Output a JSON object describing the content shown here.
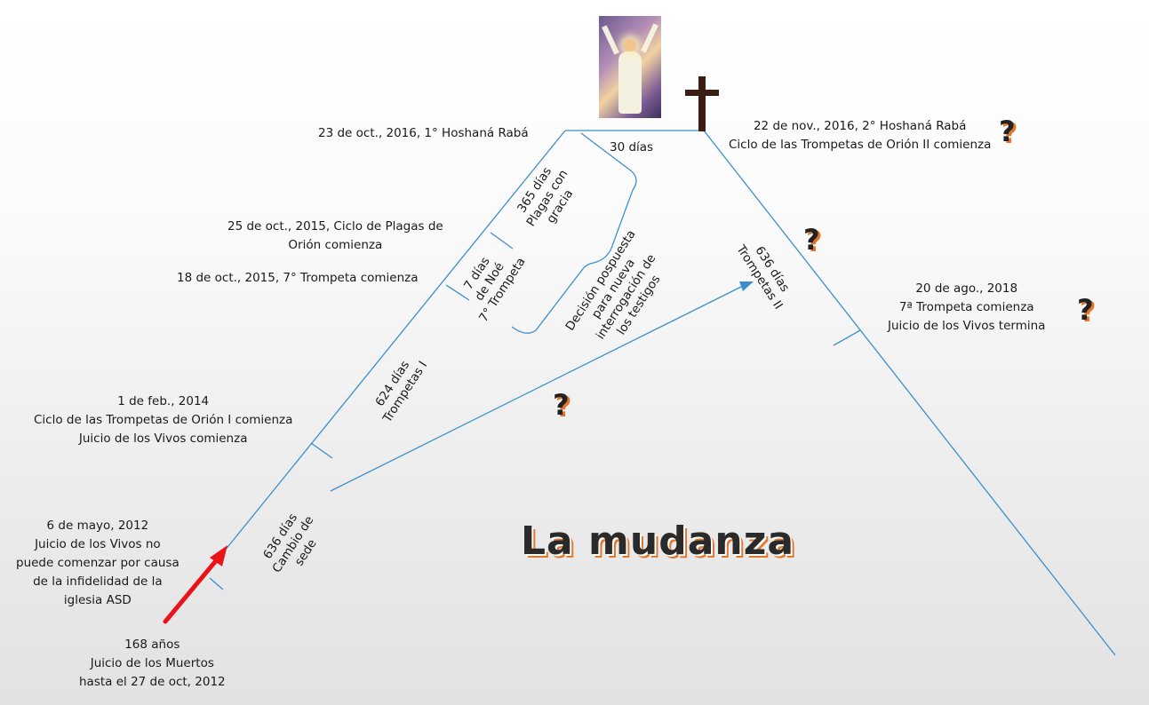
{
  "title": "La mudanza",
  "colors": {
    "line": "#3b8fcd",
    "arrow_red": "#e8141a",
    "cross": "#3a1e14",
    "accent": "#e2772b"
  },
  "labels": {
    "hoshana1": "23 de oct., 2016, 1° Hoshaná Rabá",
    "thirty": "30 días",
    "hoshana2_line1": "22 de nov., 2016, 2° Hoshaná Rabá",
    "hoshana2_line2": "Ciclo de las Trompetas de Orión II comienza",
    "plagues_line1": "25 de oct., 2015, Ciclo de Plagas de",
    "plagues_line2": "Orión comienza",
    "trumpet7": "18 de oct., 2015, 7° Trompeta comienza",
    "feb_line1": "1 de feb., 2014",
    "feb_line2": "Ciclo de las Trompetas de Orión I comienza",
    "feb_line3": "Juicio de los Vivos comienza",
    "may_line1": "6 de mayo, 2012",
    "may_line2": "Juicio de los Vivos no",
    "may_line3": "puede comenzar por causa",
    "may_line4": "de la infidelidad de la",
    "may_line5": "iglesia ASD",
    "years_line1": "168 años",
    "years_line2": "Juicio de los Muertos",
    "years_line3": "hasta el 27 de oct, 2012",
    "aug_line1": "20 de ago., 2018",
    "aug_line2": "7ª Trompeta comienza",
    "aug_line3": "Juicio de los Vivos termina"
  },
  "rotated": {
    "grace_line1": "365 días",
    "grace_line2": "Plagas con",
    "grace_line3": "gracia",
    "noah_line1": "7 días",
    "noah_line2": "de Noé",
    "noah_line3": "7° Trompeta",
    "decision_line1": "Decisión pospuesta",
    "decision_line2": "para nueva",
    "decision_line3": "interrogación de",
    "decision_line4": "los testigos",
    "trumpets1_line1": "624 días",
    "trumpets1_line2": "Trompetas I",
    "trumpets2_line1": "636 días",
    "trumpets2_line2": "Trompetas II",
    "move_line1": "636 días",
    "move_line2": "Cambio de",
    "move_line3": "sede"
  },
  "question_mark": "?"
}
